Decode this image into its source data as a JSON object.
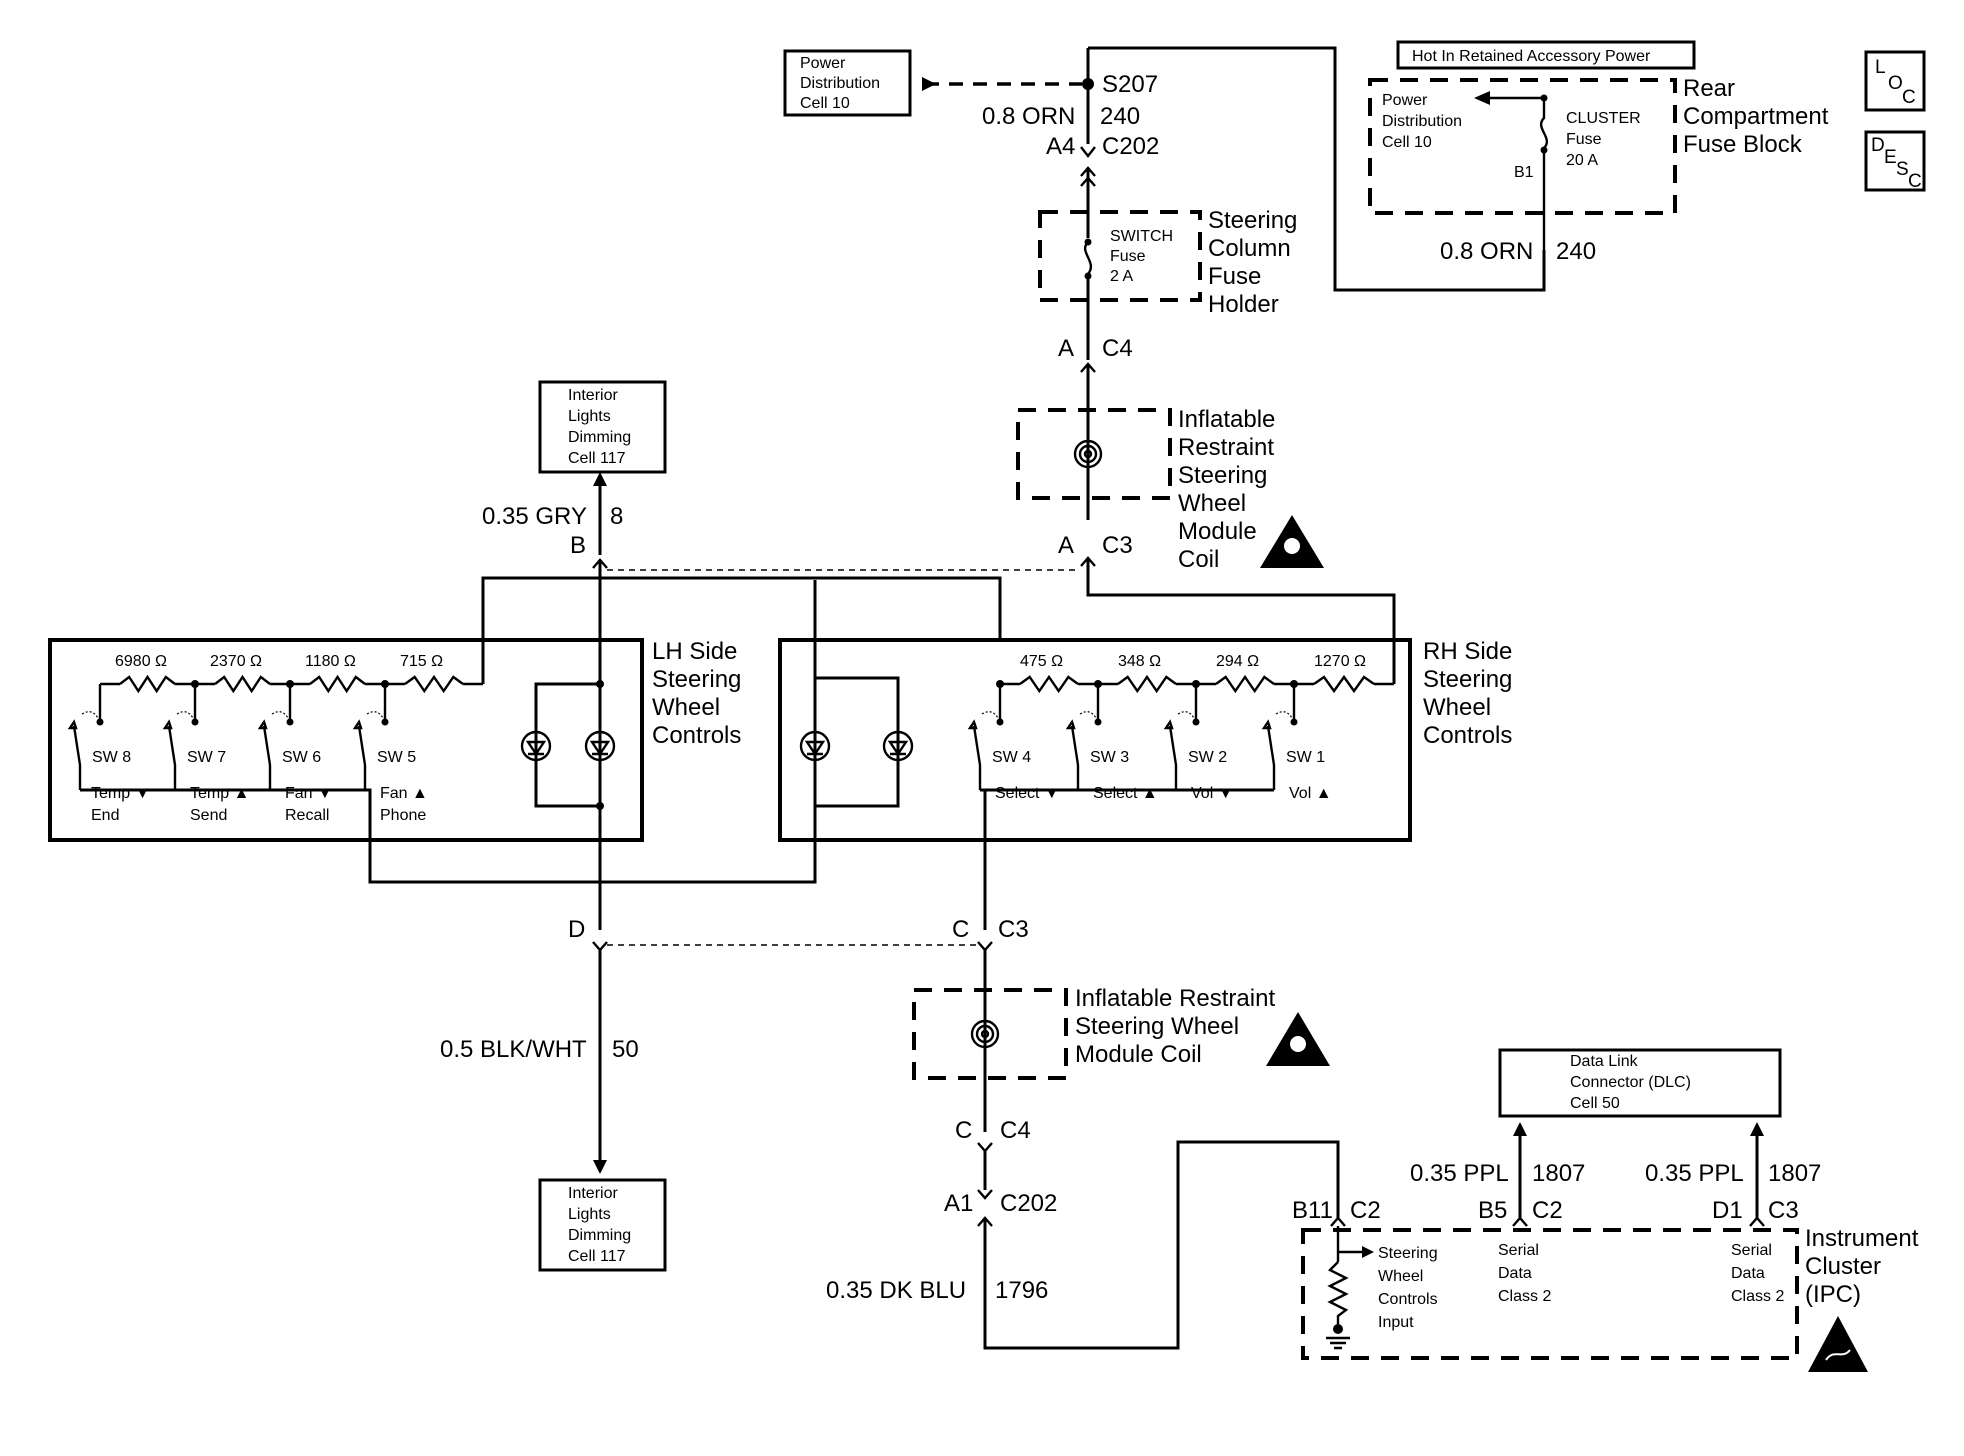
{
  "power_distribution_box": {
    "line1": "Power",
    "line2": "Distribution",
    "line3": "Cell 10"
  },
  "splice": {
    "label": "S207"
  },
  "wire_240_top": {
    "gauge": "0.8 ORN",
    "circuit": "240"
  },
  "connector_c202_top": {
    "pin": "A4",
    "name": "C202"
  },
  "column_fuse": {
    "line1": "SWITCH",
    "line2": "Fuse",
    "line3": "2 A"
  },
  "column_holder_label": {
    "line1": "Steering",
    "line2": "Column",
    "line3": "Fuse",
    "line4": "Holder"
  },
  "connector_c4_top": {
    "pin": "A",
    "name": "C4"
  },
  "coil_top_label": {
    "line1": "Inflatable",
    "line2": "Restraint",
    "line3": "Steering",
    "line4": "Wheel",
    "line5": "Module",
    "line6": "Coil"
  },
  "connector_c3_top": {
    "pin": "A",
    "name": "C3"
  },
  "hot_in_label": "Hot In Retained Accessory Power",
  "rear_fuse_block": {
    "inner1": "Power",
    "inner2": "Distribution",
    "inner3": "Cell 10",
    "fuse1": "CLUSTER",
    "fuse2": "Fuse",
    "fuse3": "20 A",
    "pin": "B1",
    "label1": "Rear",
    "label2": "Compartment",
    "label3": "Fuse Block"
  },
  "wire_240_right": {
    "gauge": "0.8 ORN",
    "circuit": "240"
  },
  "loc_icon": {
    "l": "L",
    "o": "O",
    "c": "C"
  },
  "desc_icon": {
    "d": "D",
    "e": "E",
    "s": "S",
    "c": "C"
  },
  "dimming_top": {
    "line1": "Interior",
    "line2": "Lights",
    "line3": "Dimming",
    "line4": "Cell 117"
  },
  "wire_8": {
    "gauge": "0.35 GRY",
    "circuit": "8"
  },
  "pin_b": "B",
  "lh_controls": {
    "label": [
      "LH Side",
      "Steering",
      "Wheel",
      "Controls"
    ],
    "resistors": [
      "6980 Ω",
      "2370 Ω",
      "1180 Ω",
      "715 Ω"
    ],
    "switches": [
      "SW 8",
      "SW 7",
      "SW 6",
      "SW 5"
    ],
    "functions": [
      [
        "Temp ▼",
        "End"
      ],
      [
        "Temp ▲",
        "Send"
      ],
      [
        "Fan ▼",
        "Recall"
      ],
      [
        "Fan ▲",
        "Phone"
      ]
    ]
  },
  "rh_controls": {
    "label": [
      "RH Side",
      "Steering",
      "Wheel",
      "Controls"
    ],
    "resistors": [
      "475 Ω",
      "348 Ω",
      "294 Ω",
      "1270 Ω"
    ],
    "switches": [
      "SW 4",
      "SW 3",
      "SW 2",
      "SW 1"
    ],
    "functions": [
      "Select ▼",
      "Select ▲",
      "Vol ▼",
      "Vol ▲"
    ]
  },
  "pin_d": "D",
  "connector_c3_mid": {
    "pin": "C",
    "name": "C3"
  },
  "wire_50": {
    "gauge": "0.5 BLK/WHT",
    "circuit": "50"
  },
  "coil_bottom_label": {
    "line1": "Inflatable Restraint",
    "line2": "Steering Wheel",
    "line3": "Module Coil"
  },
  "connector_c4_bottom": {
    "pin": "C",
    "name": "C4"
  },
  "connector_c202_bottom": {
    "pin": "A1",
    "name": "C202"
  },
  "wire_1796": {
    "gauge": "0.35 DK BLU",
    "circuit": "1796"
  },
  "dimming_bottom": {
    "line1": "Interior",
    "line2": "Lights",
    "line3": "Dimming",
    "line4": "Cell 117"
  },
  "dlc_box": {
    "line1": "Data Link",
    "line2": "Connector (DLC)",
    "line3": "Cell 50"
  },
  "wire_1807_left": {
    "gauge": "0.35 PPL",
    "circuit": "1807"
  },
  "wire_1807_right": {
    "gauge": "0.35 PPL",
    "circuit": "1807"
  },
  "ipc_pins": {
    "b11": "B11",
    "c2a": "C2",
    "b5": "B5",
    "c2b": "C2",
    "d1": "D1",
    "c3": "C3"
  },
  "ipc": {
    "input": [
      "Steering",
      "Wheel",
      "Controls",
      "Input"
    ],
    "serial_left": [
      "Serial",
      "Data",
      "Class 2"
    ],
    "serial_right": [
      "Serial",
      "Data",
      "Class 2"
    ],
    "label": [
      "Instrument",
      "Cluster",
      "(IPC)"
    ]
  }
}
